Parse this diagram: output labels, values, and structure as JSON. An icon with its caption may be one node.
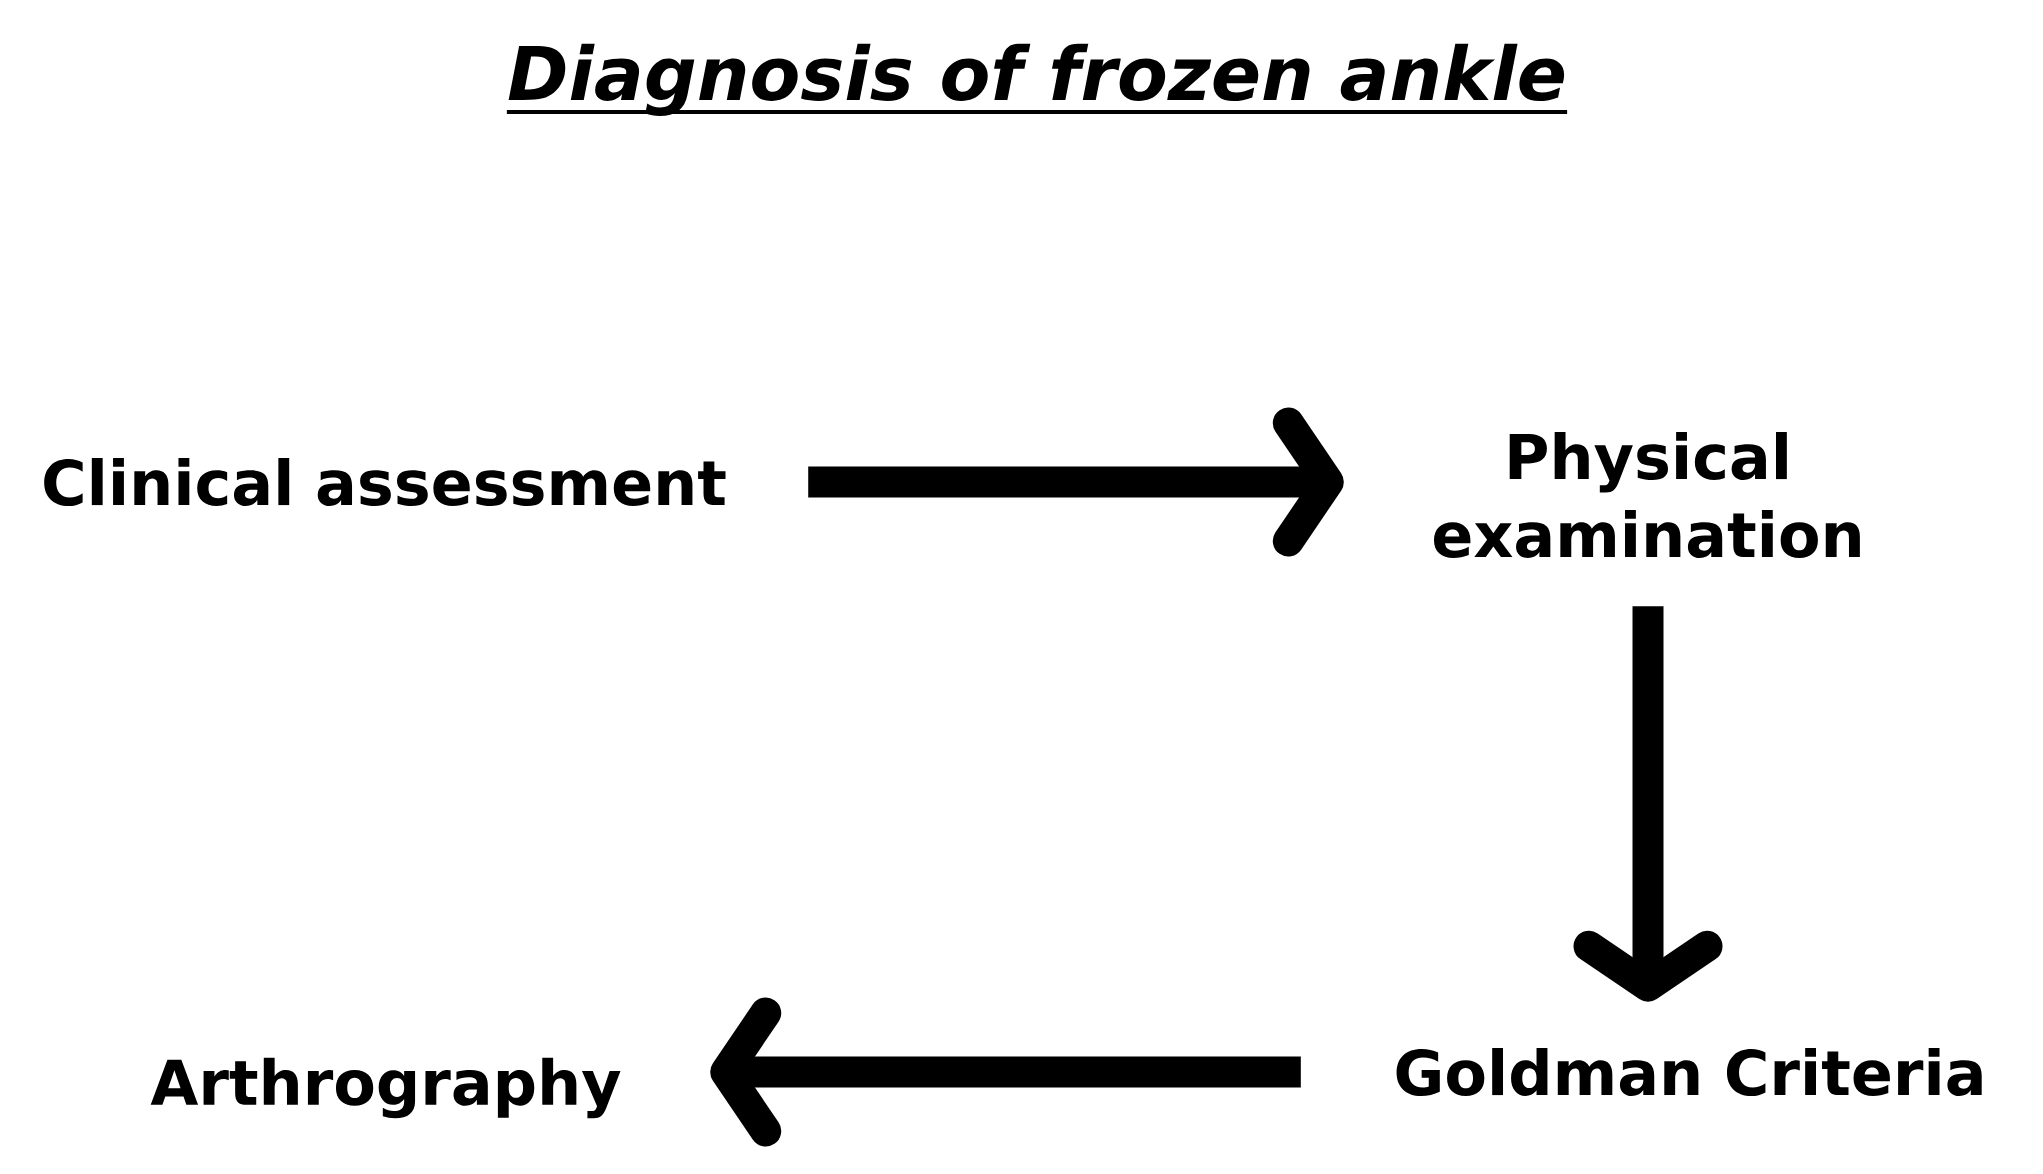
{
  "diagram": {
    "title": "Diagnosis of frozen ankle",
    "nodes": [
      {
        "text": [
          "Clinical assessment"
        ]
      },
      {
        "text": [
          "Physical examination"
        ]
      },
      {
        "text": [
          "Goldman Criteria"
        ]
      },
      {
        "text": [
          "Arthrography"
        ]
      }
    ],
    "edges": [
      {
        "from": 0,
        "to": 1,
        "arrow": "to"
      },
      {
        "from": 1,
        "to": 2,
        "arrow": "to"
      },
      {
        "from": 2,
        "to": 3,
        "arrow": "to"
      }
    ]
  }
}
